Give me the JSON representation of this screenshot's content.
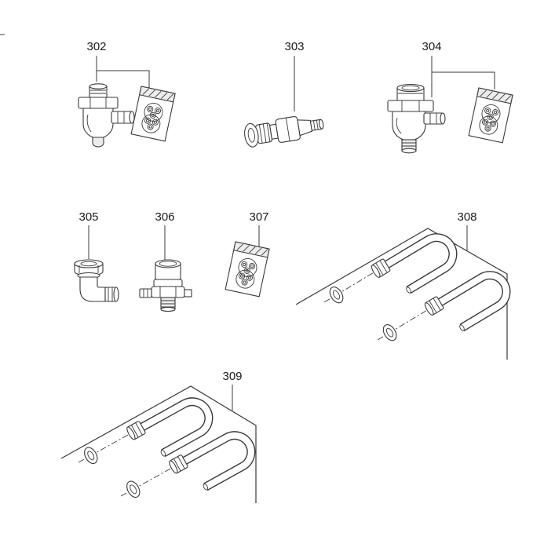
{
  "style": {
    "background": "#ffffff",
    "line_color": "#3a3a3a",
    "text_color": "#1a1a1a"
  },
  "parts": {
    "p302": {
      "label": "302"
    },
    "p303": {
      "label": "303"
    },
    "p304": {
      "label": "304"
    },
    "p305": {
      "label": "305"
    },
    "p306": {
      "label": "306"
    },
    "p307": {
      "label": "307"
    },
    "p308": {
      "label": "308"
    },
    "p309": {
      "label": "309"
    }
  }
}
